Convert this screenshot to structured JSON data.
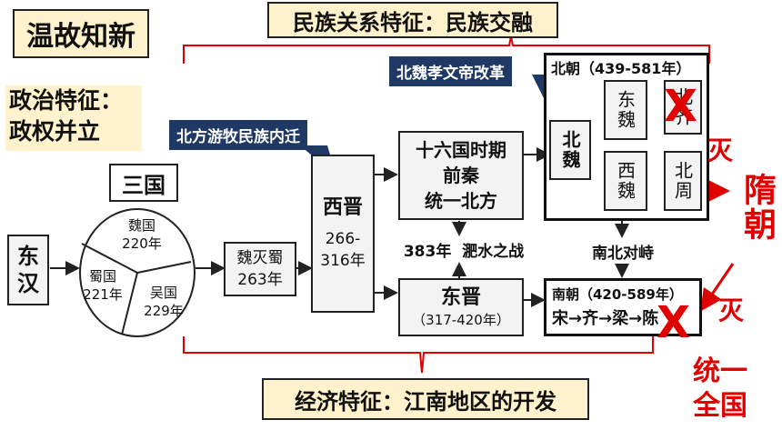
{
  "header": {
    "title": "温故知新",
    "ethnic_feature": "民族关系特征：民族交融",
    "economic_feature": "经济特征：江南地区的开发",
    "political_line1": "政治特征：",
    "political_line2": "政权并立"
  },
  "callouts": {
    "nomad_migration": "北方游牧民族内迁",
    "xiaowen_reform": "北魏孝文帝改革"
  },
  "nodes": {
    "san_guo": "三国",
    "dong_han": "东汉",
    "wei": "魏国\n220年",
    "shu": "蜀国\n221年",
    "wu": "吴国\n229年",
    "wei_mie_shu": "魏灭蜀\n263年",
    "xi_jin_name": "西晋",
    "xi_jin_years": "266-\n316年",
    "sixteen_kingdoms": "十六国时期\n前秦\n统一北方",
    "feishui": "383年  淝水之战",
    "dong_jin_name": "东晋",
    "dong_jin_years": "（317-420年）",
    "north_dynasties": "北朝（439-581年）",
    "bei_wei": "北魏",
    "dong_wei": "东魏",
    "xi_wei": "西魏",
    "bei_qi": "北齐",
    "bei_zhou": "北周",
    "north_south": "南北对峙",
    "south_dynasties": "南朝（420-589年）",
    "south_sequence": "宋→齐→梁→陈"
  },
  "outcome": {
    "destroy_1": "灭",
    "destroy_2": "灭",
    "sui": "隋朝",
    "unify": "统一全国",
    "cross": "X"
  },
  "colors": {
    "callout_bg": "#1f3864",
    "highlight_bg": "#fff2cc",
    "box_bg": "#f3f3f3",
    "accent_red": "#e00000"
  }
}
